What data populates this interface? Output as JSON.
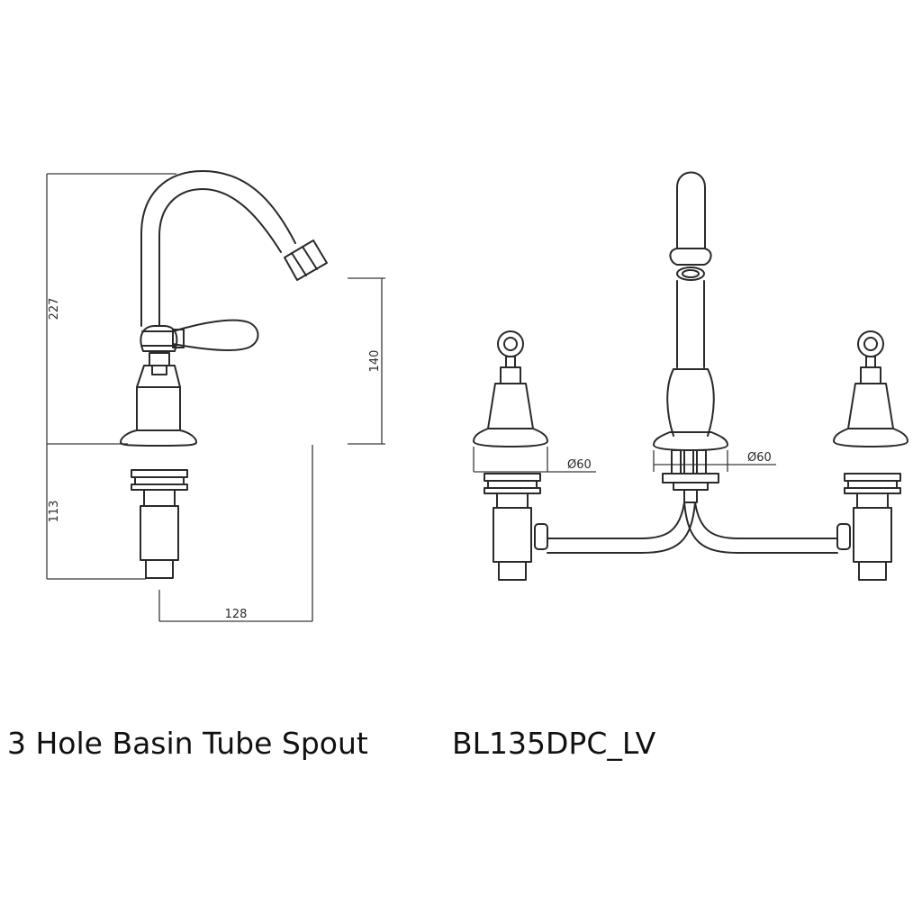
{
  "title": "3 Hole Basin Tube Spout",
  "product_code": "BL135DPC_LV",
  "dimensions": {
    "height_total": "227",
    "spout_height": "140",
    "below_deck": "113",
    "reach": "128",
    "diameter_left": "Ø60",
    "diameter_center": "Ø60"
  }
}
